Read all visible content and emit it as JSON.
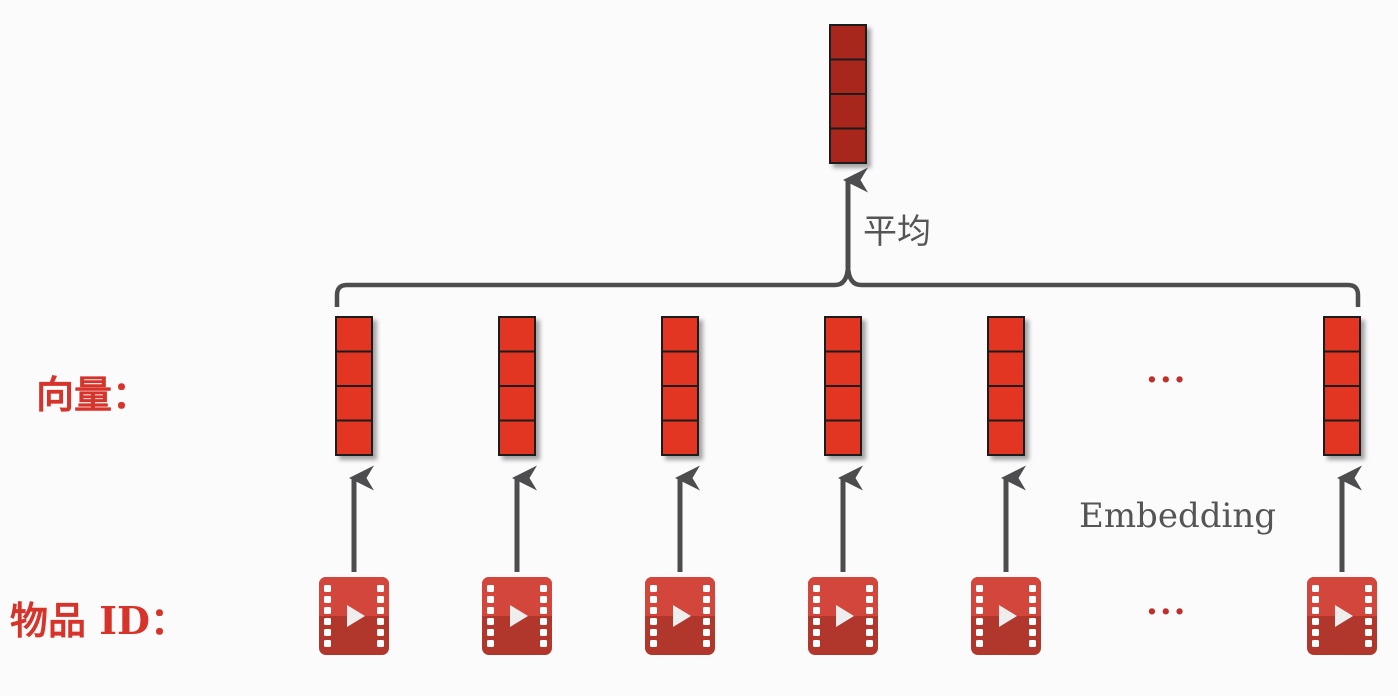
{
  "labels": {
    "vector": "向量：",
    "item_id": "物品 ID：",
    "average": "平均",
    "embedding": "Embedding",
    "ellipsis_vectors": "···",
    "ellipsis_items": "···"
  },
  "structure": {
    "item_count_drawn": 6,
    "vector_cells": 4
  },
  "colors": {
    "vector_fill": "#e23524",
    "avg_vector_fill": "#a8261a",
    "arrow": "#4d4d4f",
    "video_top": "#d3463c",
    "video_bottom": "#b1372d",
    "label_red": "#d6332a"
  },
  "icons": {
    "item": "video-film-icon"
  }
}
